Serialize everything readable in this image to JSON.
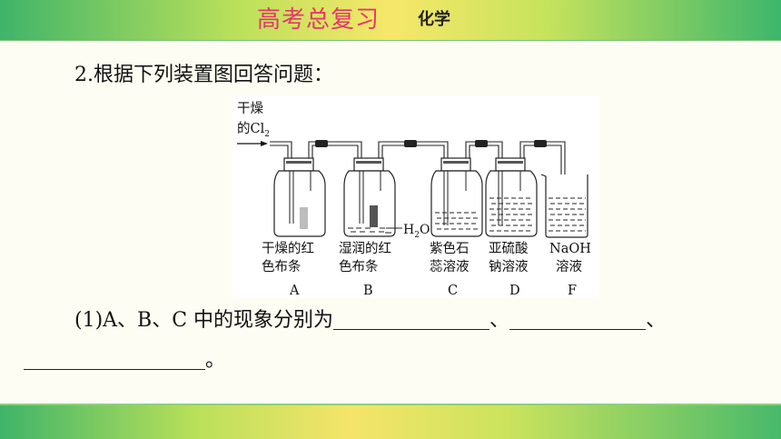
{
  "header": {
    "title": "高考总复习",
    "subject": "化学"
  },
  "question": {
    "title": "2.根据下列装置图回答问题："
  },
  "apparatus": {
    "inlet_label_line1": "干燥",
    "inlet_label_line2": "的Cl",
    "inlet_label_sub": "2",
    "water_label": "H",
    "water_label_sub": "2",
    "water_label_o": "O",
    "bottles": [
      {
        "line1": "干燥的红",
        "line2": "色布条",
        "letter": "A"
      },
      {
        "line1": "湿润的红",
        "line2": "色布条",
        "letter": "B"
      },
      {
        "line1": "紫色石",
        "line2": "蕊溶液",
        "letter": "C"
      },
      {
        "line1": "亚硫酸",
        "line2": "钠溶液",
        "letter": "D"
      },
      {
        "line1": "NaOH",
        "line2": "溶液",
        "letter": "F"
      }
    ]
  },
  "subquestion": {
    "line1_text": "(1)A、B、C 中的现象分别为",
    "sep1": "、",
    "sep2": "、",
    "line2_end": "。"
  }
}
